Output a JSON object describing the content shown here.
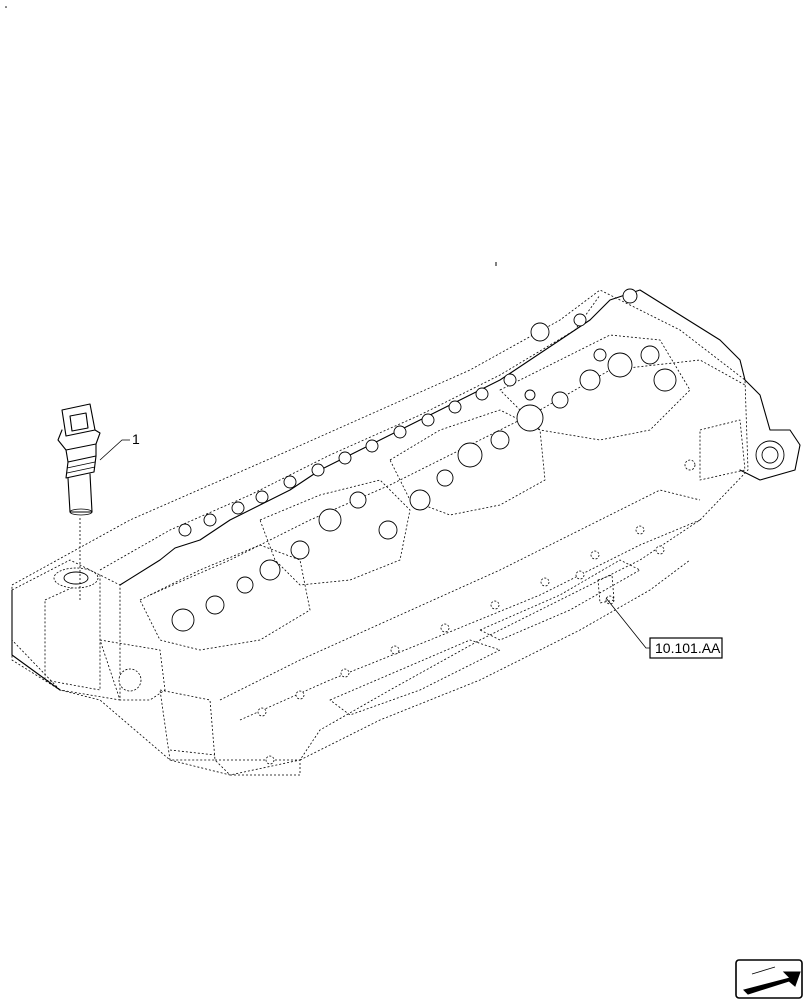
{
  "callouts": [
    {
      "id": "part-1",
      "text": "1"
    },
    {
      "id": "ref-cylinder-head",
      "text": "10.101.AA"
    }
  ],
  "nav_icon": "next-page-arrow-icon"
}
